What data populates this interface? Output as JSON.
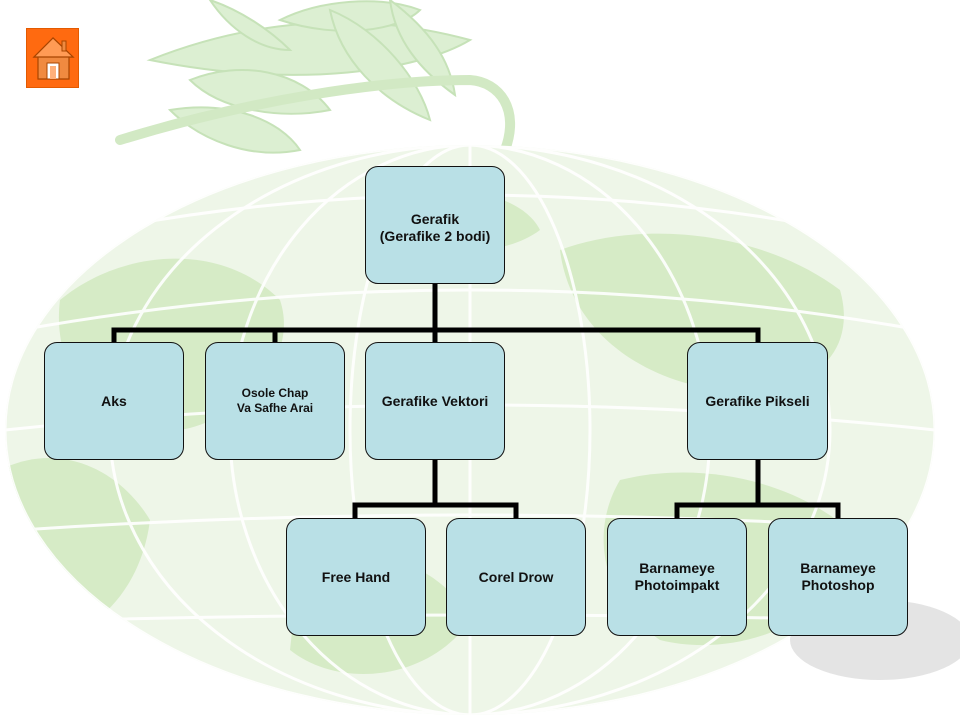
{
  "colors": {
    "node_fill": "#b9e0e6",
    "connector": "#000000",
    "home_button": "#ff6a10",
    "background_art": "#d8ecc8"
  },
  "home_button": {
    "icon": "home-icon"
  },
  "org_chart": {
    "root": {
      "label": "Gerafik\n(Gerafike 2 bodi)"
    },
    "level1": [
      {
        "label": "Aks"
      },
      {
        "label": "Osole Chap\nVa Safhe Arai"
      },
      {
        "label": "Gerafike Vektori"
      },
      {
        "label": "Gerafike Pikseli"
      }
    ],
    "vektori_children": [
      {
        "label": "Free Hand"
      },
      {
        "label": "Corel Drow"
      }
    ],
    "pikseli_children": [
      {
        "label": "Barnameye\nPhotoimpakt"
      },
      {
        "label": "Barnameye\nPhotoshop"
      }
    ]
  }
}
